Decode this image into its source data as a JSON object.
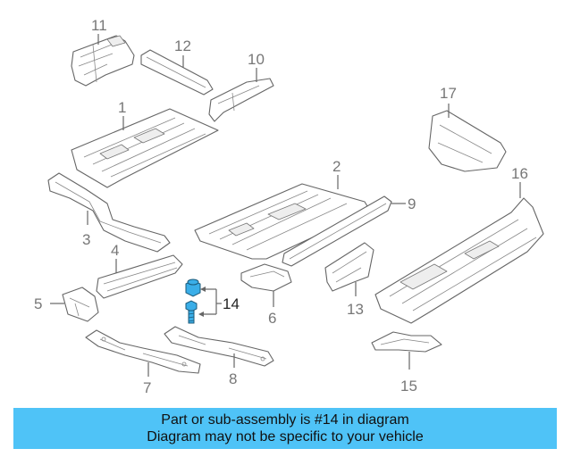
{
  "diagram": {
    "highlight_color": "#3aaee8",
    "callouts": {
      "c1": "1",
      "c2": "2",
      "c3": "3",
      "c4": "4",
      "c5": "5",
      "c6": "6",
      "c7": "7",
      "c8": "8",
      "c9": "9",
      "c10": "10",
      "c11": "11",
      "c12": "12",
      "c13": "13",
      "c14": "14",
      "c15": "15",
      "c16": "16",
      "c17": "17"
    },
    "icons": [
      "nut-icon",
      "bolt-icon"
    ]
  },
  "banner": {
    "background": "#4fc3f7",
    "line1": "Part or sub-assembly is #14 in diagram",
    "line2": "Diagram may not be specific to your vehicle"
  }
}
